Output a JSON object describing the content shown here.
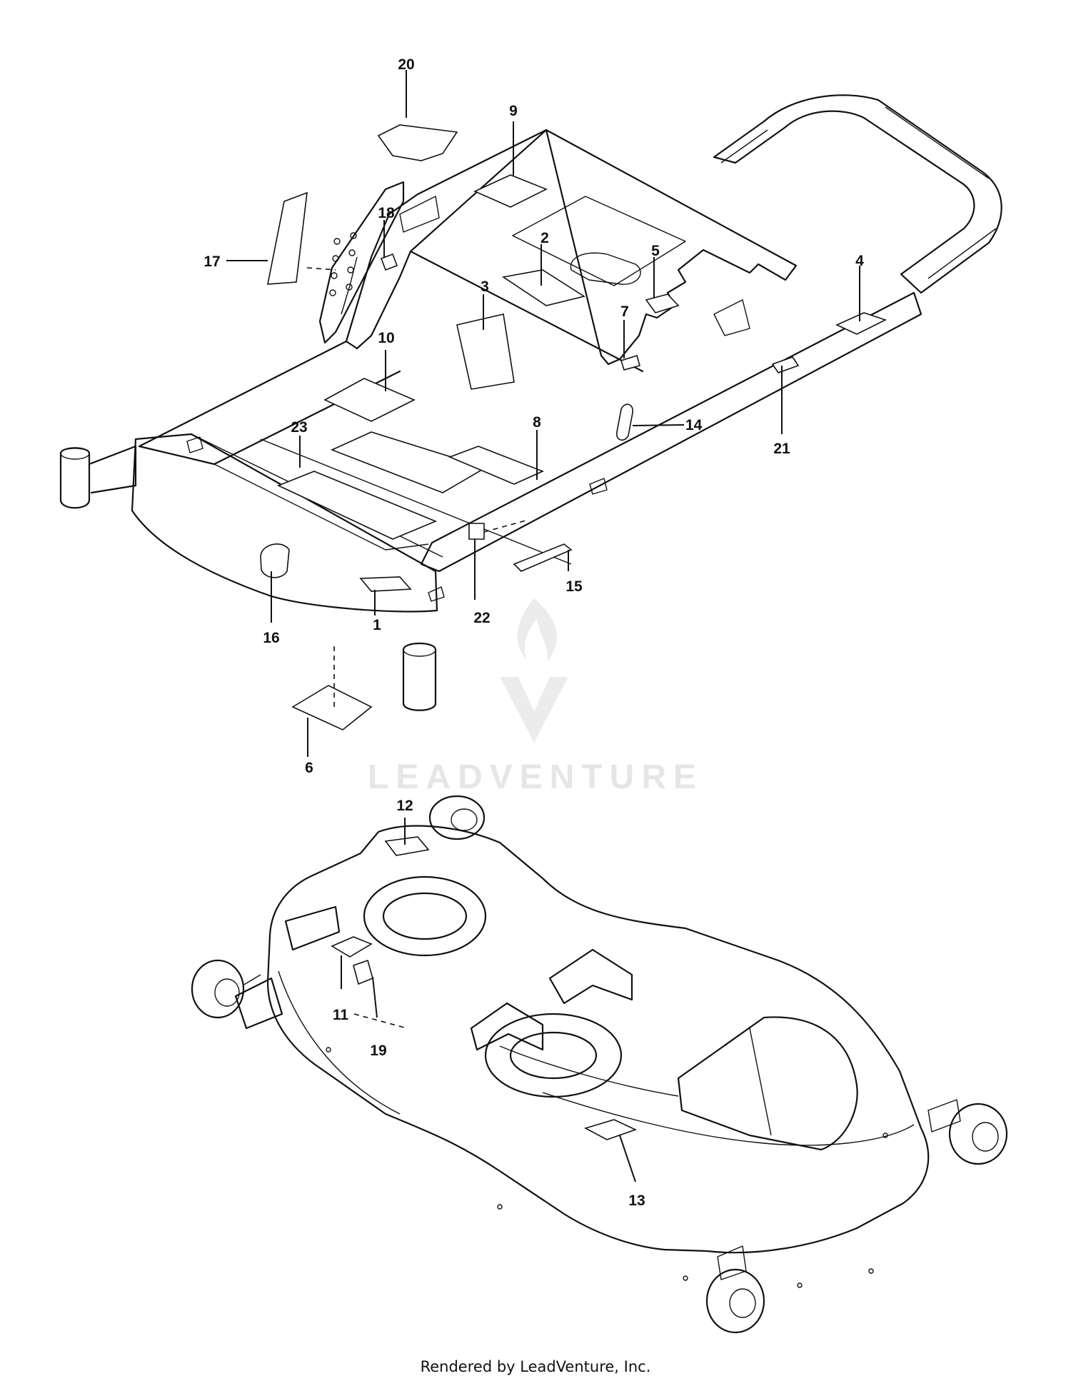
{
  "callouts": [
    "1",
    "2",
    "3",
    "4",
    "5",
    "6",
    "7",
    "8",
    "9",
    "10",
    "11",
    "12",
    "13",
    "14",
    "15",
    "16",
    "17",
    "18",
    "19",
    "20",
    "21",
    "22",
    "23"
  ],
  "watermark": {
    "text": "LEADVENTURE",
    "icon": "flame-v-logo-icon"
  },
  "footer": "Rendered by LeadVenture, Inc."
}
